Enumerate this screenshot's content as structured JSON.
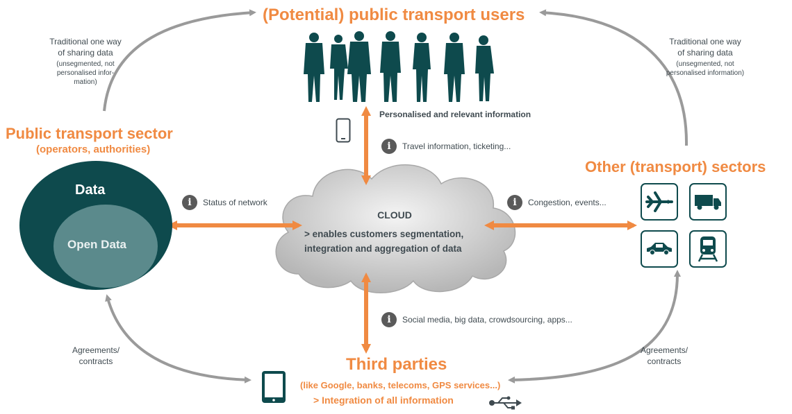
{
  "users": {
    "title": "(Potential) public transport users",
    "personalised": "Personalised and relevant information",
    "travel_info": "Travel information, ticketing..."
  },
  "left_note": {
    "line1": "Traditional one way",
    "line2": "of sharing data",
    "small1": "(unsegmented, not",
    "small2": "personalised infor-",
    "small3": "mation)"
  },
  "right_note": {
    "line1": "Traditional one way",
    "line2": "of sharing data",
    "small1": "(unsegmented, not",
    "small2": "personalised information)"
  },
  "public_sector": {
    "title": "Public transport sector",
    "subtitle": "(operators, authorities)",
    "data_label": "Data",
    "open_data_label": "Open Data",
    "status": "Status of network"
  },
  "cloud": {
    "title": "CLOUD",
    "line1": "> enables customers segmentation,",
    "line2": "integration and aggregation of data"
  },
  "other_sectors": {
    "title": "Other (transport) sectors",
    "congestion": "Congestion, events..."
  },
  "third_parties": {
    "title": "Third parties",
    "subtitle": "(like Google, banks, telecoms, GPS services...)",
    "integration": "> Integration of all information",
    "social": "Social media, big data, crowdsourcing, apps..."
  },
  "agreements_left": {
    "line1": "Agreements/",
    "line2": "contracts"
  },
  "agreements_right": {
    "line1": "Agreements/",
    "line2": "contracts"
  },
  "icons": [
    "info-icon",
    "smartphone-icon",
    "tablet-icon",
    "usb-icon",
    "airplane-icon",
    "truck-icon",
    "car-icon",
    "train-icon",
    "people-silhouette-icon"
  ],
  "colors": {
    "orange": "#f08a42",
    "dark_teal": "#0e4a4d",
    "mid_teal": "#5b8a8c",
    "cloud_grey": "#c9c9c9",
    "text_grey": "#3f4a50",
    "arrow_grey": "#9a9a9a"
  }
}
